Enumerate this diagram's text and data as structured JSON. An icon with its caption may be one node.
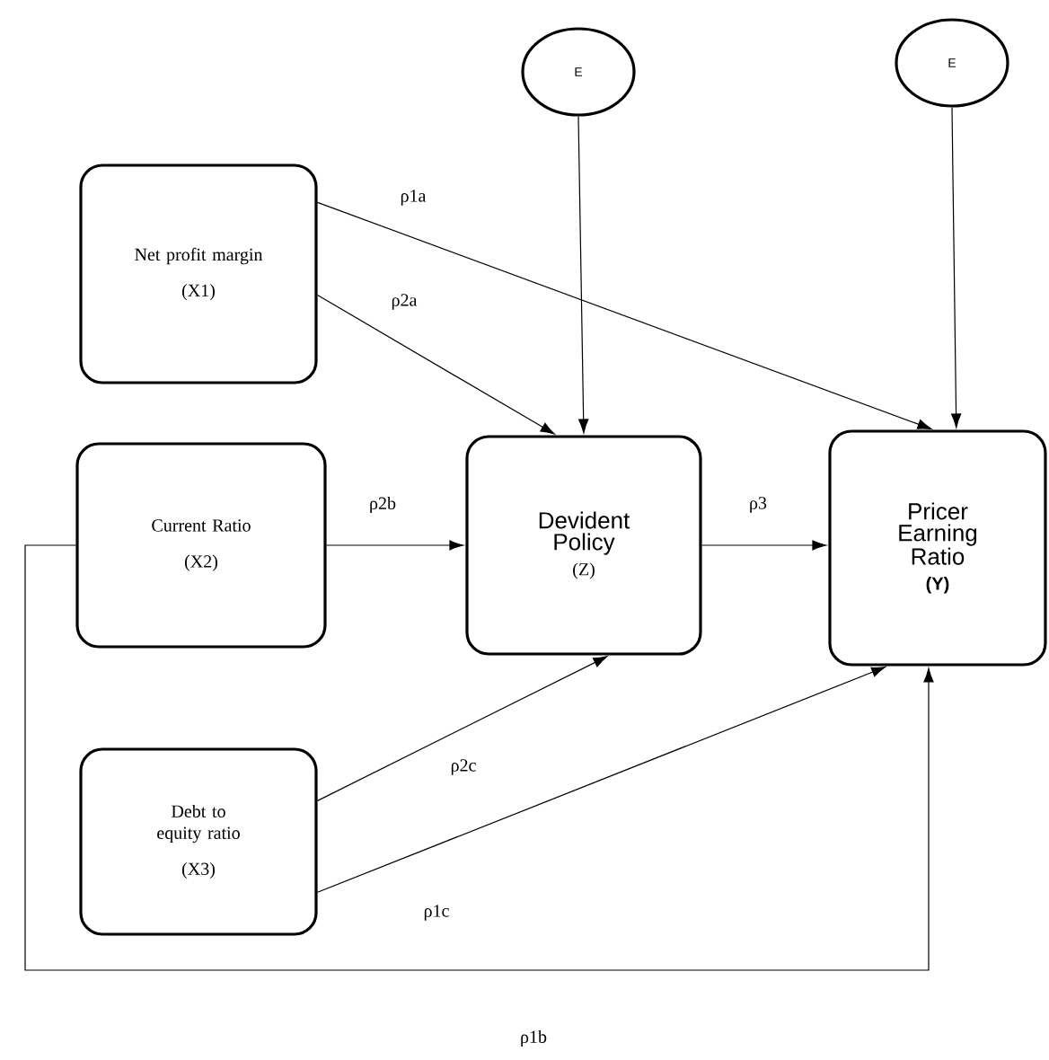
{
  "diagram": {
    "nodes": [
      {
        "text": [
          "E"
        ]
      },
      {
        "text": [
          "E"
        ]
      },
      {
        "text": [
          "Net profit margin",
          "(X1)"
        ]
      },
      {
        "text": [
          "Current Ratio",
          "(X2)"
        ]
      },
      {
        "text": [
          "Devident Policy",
          "(Z)"
        ]
      },
      {
        "text": [
          "Pricer Earning Ratio",
          "(Y)"
        ]
      },
      {
        "text": [
          "Debt to equity ratio",
          "(X3)"
        ]
      }
    ],
    "edges": [
      {
        "from": 2,
        "to": 5,
        "arrow": "to",
        "label": "ρ1a"
      },
      {
        "from": 2,
        "to": 4,
        "arrow": "to",
        "label": "ρ2a"
      },
      {
        "from": 0,
        "to": 4,
        "arrow": "to"
      },
      {
        "from": 1,
        "to": 5,
        "arrow": "to"
      },
      {
        "from": 3,
        "to": 4,
        "arrow": "to",
        "label": "ρ2b"
      },
      {
        "from": 4,
        "to": 5,
        "arrow": "to",
        "label": "ρ3"
      },
      {
        "from": 6,
        "to": 4,
        "arrow": "to",
        "label": "ρ2c"
      },
      {
        "from": 6,
        "to": 5,
        "arrow": "to",
        "label": "ρ1c"
      },
      {
        "from": 3,
        "to": 5,
        "arrow": "to",
        "label": "ρ1b"
      }
    ]
  }
}
